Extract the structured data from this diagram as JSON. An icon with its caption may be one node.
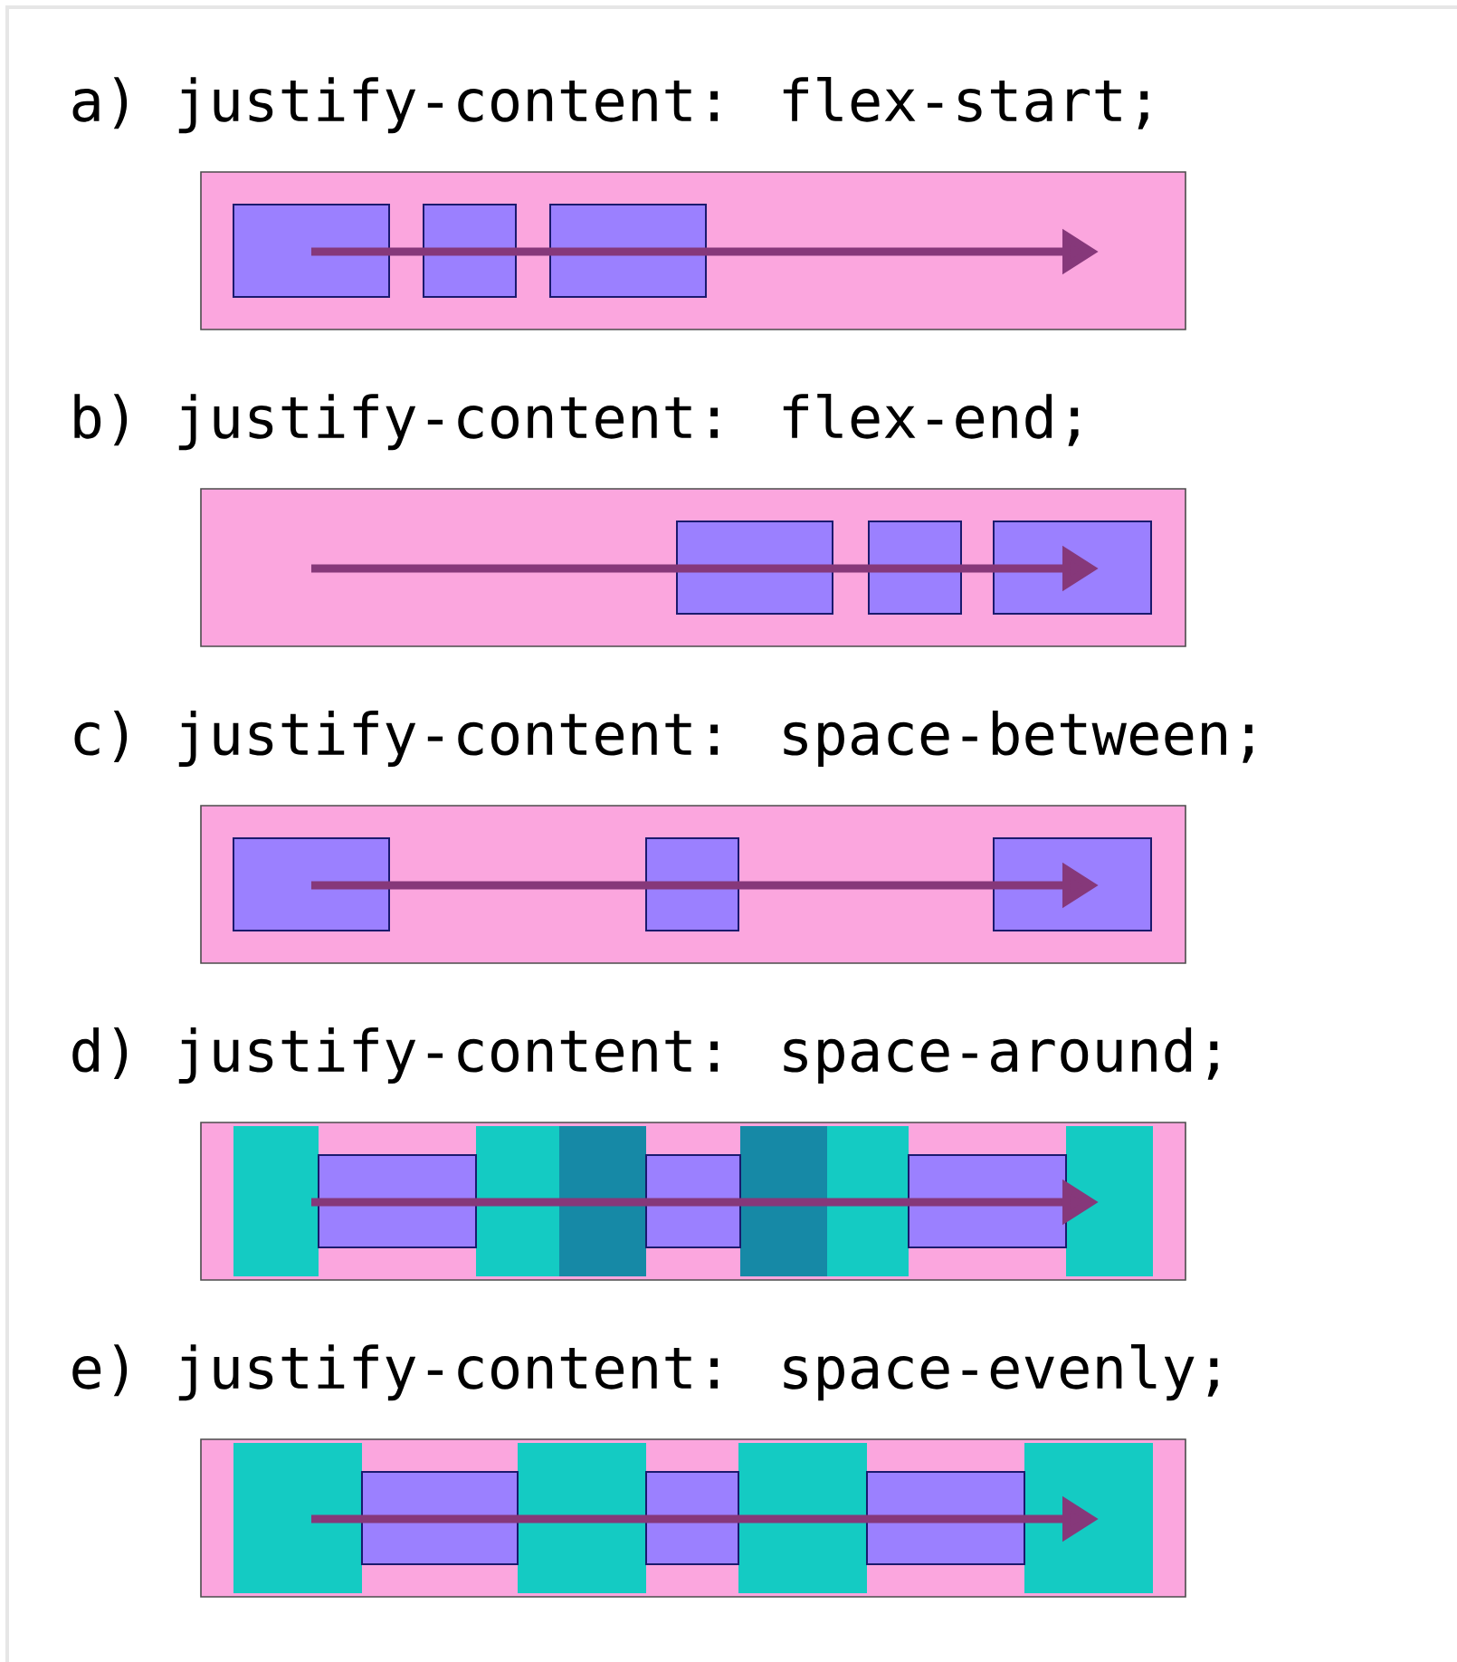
{
  "diagram": {
    "labels": [
      "a) justify-content: flex-start;",
      "b) justify-content: flex-end;",
      "c) justify-content: space-between;",
      "d) justify-content: space-around;",
      "e) justify-content: space-evenly;"
    ]
  }
}
